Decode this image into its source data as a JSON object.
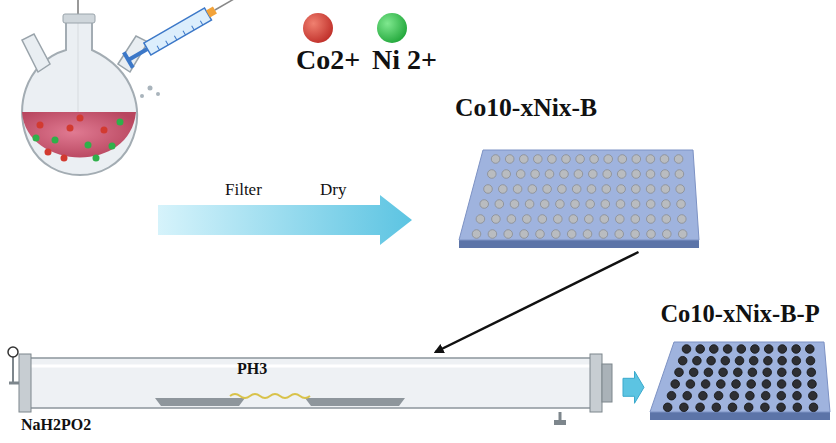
{
  "diagram": {
    "nodes": [
      {
        "text": [
          "Co10-xNix-B"
        ]
      },
      {
        "text": [
          "PH3",
          "NaH2PO2"
        ]
      },
      {
        "text": [
          "Co10-xNix-B-P"
        ]
      }
    ],
    "edges": [
      {
        "from": 0,
        "to": 1,
        "arrow": "to"
      },
      {
        "from": 1,
        "to": 2,
        "arrow": "to"
      }
    ],
    "labels": [
      "Co2+",
      "Ni 2+",
      "Filter",
      "Dry"
    ]
  }
}
